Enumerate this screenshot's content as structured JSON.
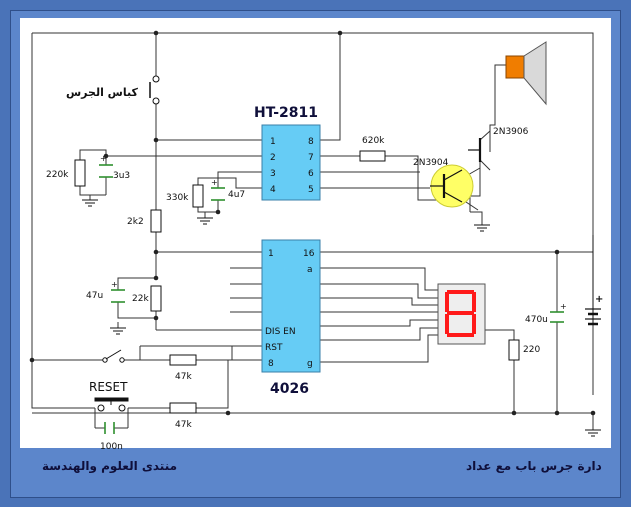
{
  "chip1": {
    "name": "HT-2811",
    "pins_left": [
      "1",
      "2",
      "3",
      "4"
    ],
    "pins_right": [
      "8",
      "7",
      "6",
      "5"
    ]
  },
  "chip2": {
    "name": "4026",
    "pins_left": [
      "1",
      "DIS EN",
      "RST",
      "8"
    ],
    "pins_right": [
      "16",
      "a",
      "g"
    ]
  },
  "labels": {
    "switch": "كباس الجرس",
    "reset": "RESET",
    "r_220k": "220k",
    "c_3u3": "3u3",
    "r_330k": "330k",
    "c_4u7": "4u7",
    "r_620k": "620k",
    "q_2n3904": "2N3904",
    "q_2n3906": "2N3906",
    "r_2k2": "2k2",
    "c_47u": "47u",
    "r_22k": "22k",
    "c_470u": "470u",
    "r_220": "220",
    "r_47k_a": "47k",
    "r_47k_b": "47k",
    "c_100n": "100n",
    "plus": "+"
  },
  "footer": {
    "left": "منتدى العلوم والهندسة",
    "right": "دارة جرس باب مع عداد"
  },
  "colors": {
    "frame": "#4a73b8",
    "panel": "#5c86cb",
    "chip": "#66ccf5",
    "transistor": "#ffff66",
    "display": "#ff1a1a",
    "speaker": "#f07d00",
    "cap_green": "#2f8f2f"
  }
}
